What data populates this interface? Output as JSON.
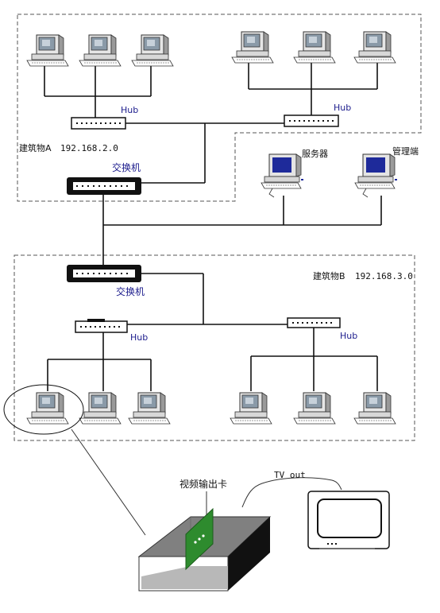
{
  "building_a": {
    "name": "建筑物A",
    "subnet": "192.168.2.0"
  },
  "building_b": {
    "name": "建筑物B",
    "subnet": "192.168.3.0"
  },
  "switch_label": "交换机",
  "hub_label": "Hub",
  "server_label": "服务器",
  "manager_label": "管理端",
  "video_card_label": "视频输出卡",
  "tv_out_label": "TV out",
  "colors": {
    "line": "#111111",
    "label_blue": "#1b1b8c",
    "card_green": "#2e8b2e",
    "monitor_screen": "#1e2a9a"
  }
}
